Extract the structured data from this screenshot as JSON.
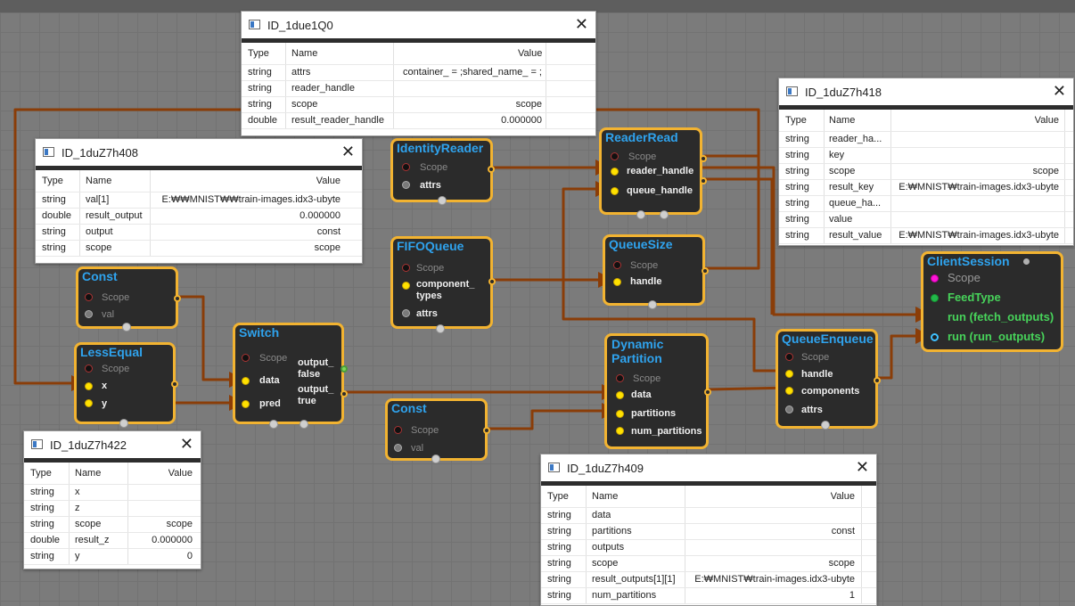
{
  "nodes": {
    "identity_reader": {
      "title": "IdentityReader",
      "rows": [
        "Scope",
        "attrs"
      ]
    },
    "reader_read": {
      "title": "ReaderRead",
      "rows": [
        "Scope",
        "reader_handle",
        "queue_handle"
      ]
    },
    "fifo_queue": {
      "title": "FIFOQueue",
      "rows": [
        "Scope",
        "component_",
        "types",
        "attrs"
      ]
    },
    "queue_size": {
      "title": "QueueSize",
      "rows": [
        "Scope",
        "handle"
      ]
    },
    "const_top": {
      "title": "Const",
      "rows": [
        "Scope",
        "val"
      ]
    },
    "less_equal": {
      "title": "LessEqual",
      "rows": [
        "Scope",
        "x",
        "y"
      ]
    },
    "switch": {
      "title": "Switch",
      "rows": [
        "Scope",
        "data",
        "pred"
      ],
      "outputs": [
        "output_",
        "false",
        "output_",
        "true"
      ]
    },
    "const_bottom": {
      "title": "Const",
      "rows": [
        "Scope",
        "val"
      ]
    },
    "dynamic_partition": {
      "title_line1": "Dynamic",
      "title_line2": "Partition",
      "rows": [
        "Scope",
        "data",
        "partitions",
        "num_partitions"
      ]
    },
    "queue_enqueue": {
      "title": "QueueEnqueue",
      "rows": [
        "Scope",
        "handle",
        "components",
        "attrs"
      ]
    },
    "client_session": {
      "title": "ClientSession",
      "rows": [
        "Scope",
        "FeedType",
        "run (fetch_outputs)",
        "run (run_outputs)"
      ]
    }
  },
  "windows": {
    "w1": {
      "title": "ID_1due1Q0",
      "headers": [
        "Type",
        "Name",
        "Value"
      ],
      "rows": [
        [
          "string",
          "attrs",
          "container_ = ;shared_name_ = ;"
        ],
        [
          "string",
          "reader_handle",
          ""
        ],
        [
          "string",
          "scope",
          "scope"
        ],
        [
          "double",
          "result_reader_handle",
          "0.000000"
        ]
      ]
    },
    "w2": {
      "title": "ID_1duZ7h408",
      "headers": [
        "Type",
        "Name",
        "Value"
      ],
      "rows": [
        [
          "string",
          "val[1]",
          "E:₩₩MNIST₩₩train-images.idx3-ubyte"
        ],
        [
          "double",
          "result_output",
          "0.000000"
        ],
        [
          "string",
          "output",
          "const"
        ],
        [
          "string",
          "scope",
          "scope"
        ]
      ]
    },
    "w3": {
      "title": "ID_1duZ7h418",
      "headers": [
        "Type",
        "Name",
        "Value"
      ],
      "rows": [
        [
          "string",
          "reader_ha...",
          ""
        ],
        [
          "string",
          "key",
          ""
        ],
        [
          "string",
          "scope",
          "scope"
        ],
        [
          "string",
          "result_key",
          "E:₩MNIST₩train-images.idx3-ubyte"
        ],
        [
          "string",
          "queue_ha...",
          ""
        ],
        [
          "string",
          "value",
          ""
        ],
        [
          "string",
          "result_value",
          "E:₩MNIST₩train-images.idx3-ubyte"
        ]
      ]
    },
    "w4": {
      "title": "ID_1duZ7h422",
      "headers": [
        "Type",
        "Name",
        "Value"
      ],
      "rows": [
        [
          "string",
          "x",
          ""
        ],
        [
          "string",
          "z",
          ""
        ],
        [
          "string",
          "scope",
          "scope"
        ],
        [
          "double",
          "result_z",
          "0.000000"
        ],
        [
          "string",
          "y",
          "0"
        ]
      ]
    },
    "w5": {
      "title": "ID_1duZ7h409",
      "headers": [
        "Type",
        "Name",
        "Value"
      ],
      "rows": [
        [
          "string",
          "data",
          ""
        ],
        [
          "string",
          "partitions",
          "const"
        ],
        [
          "string",
          "outputs",
          ""
        ],
        [
          "string",
          "scope",
          "scope"
        ],
        [
          "string",
          "result_outputs[1][1]",
          "E:₩MNIST₩train-images.idx3-ubyte"
        ],
        [
          "string",
          "num_partitions",
          "1"
        ]
      ]
    }
  },
  "colors": {
    "wire": "#8a3d08",
    "node_border": "#f2b331",
    "node_title": "#2fa3ee",
    "background": "#7b7b7b"
  }
}
